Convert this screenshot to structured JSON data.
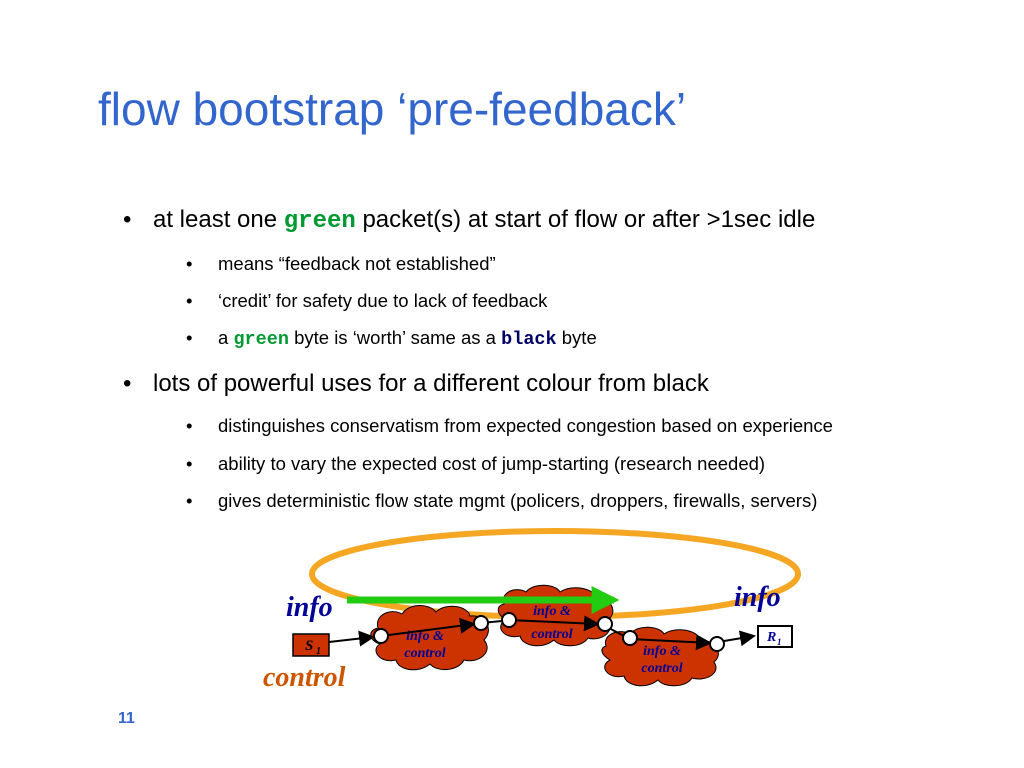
{
  "slide": {
    "title": "flow bootstrap ‘pre-feedback’",
    "page_number": "11",
    "colors": {
      "title": "#3366cc",
      "green_word": "#009933",
      "black_word": "#000066",
      "cloud_fill": "#cc3300",
      "ellipse": "#f5a623",
      "arrow": "#22cc11",
      "control_text": "#cc5500",
      "info_text": "#000099"
    }
  },
  "bullets": [
    {
      "pre": "at least one ",
      "code": "green",
      "post": " packet(s) at start of flow or after >1sec idle",
      "subs": [
        {
          "text": "means “feedback not established”"
        },
        {
          "text": "‘credit’ for safety due to lack of feedback"
        },
        {
          "pre": "a ",
          "code1": "green",
          "mid": " byte is ‘worth’ same as a ",
          "code2": "black",
          "post": " byte"
        }
      ]
    },
    {
      "text": "lots of powerful uses for a different colour from black",
      "subs": [
        {
          "text": "distinguishes conservatism from expected congestion based on experience"
        },
        {
          "text": "ability to vary the expected cost of jump-starting (research needed)"
        },
        {
          "text": "gives deterministic flow state mgmt (policers, droppers, firewalls, servers)"
        }
      ]
    }
  ],
  "diagram": {
    "info_left": "info",
    "info_right": "info",
    "control_label": "control",
    "sender": "S",
    "sender_sub": "1",
    "receiver": "R",
    "receiver_sub": "1",
    "cloud_line1": "info &",
    "cloud_line2": "control"
  }
}
